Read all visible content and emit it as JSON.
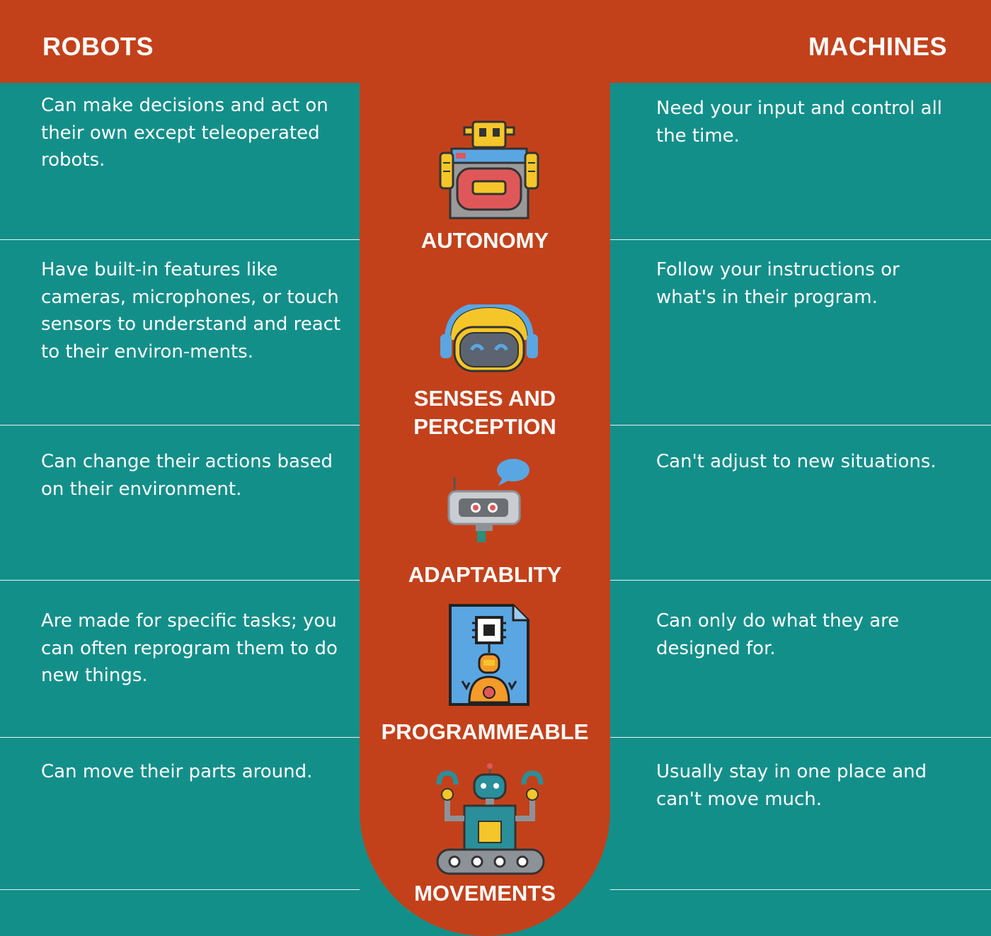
{
  "header": {
    "left": "ROBOTS",
    "right": "MACHINES"
  },
  "colors": {
    "teal": "#138f8a",
    "orange": "#c2411b",
    "text": "#ffffff"
  },
  "rows": [
    {
      "category": "AUTONOMY",
      "icon": "robot-head-icon",
      "robots": "Can make decisions and act on their own except teleoperated robots.",
      "machines": "Need your input and control all the time."
    },
    {
      "category": "SENSES AND PERCEPTION",
      "icon": "robot-headphones-icon",
      "robots": "Have built-in features like cameras, microphones, or touch sensors to understand and react to their environ-ments.",
      "machines": "Follow your instructions or what's in their program."
    },
    {
      "category": "ADAPTABLITY",
      "icon": "robot-chat-icon",
      "robots": "Can change their actions based on their environment.",
      "machines": "Can't adjust to new situations."
    },
    {
      "category": "PROGRAMMEABLE",
      "icon": "robot-chip-document-icon",
      "robots": "Are made for specific tasks; you can often reprogram them to do new things.",
      "machines": "Can only do what they are designed for."
    },
    {
      "category": "MOVEMENTS",
      "icon": "robot-conveyor-icon",
      "robots": "Can move their parts around.",
      "machines": "Usually stay in one place and can't move much."
    }
  ]
}
